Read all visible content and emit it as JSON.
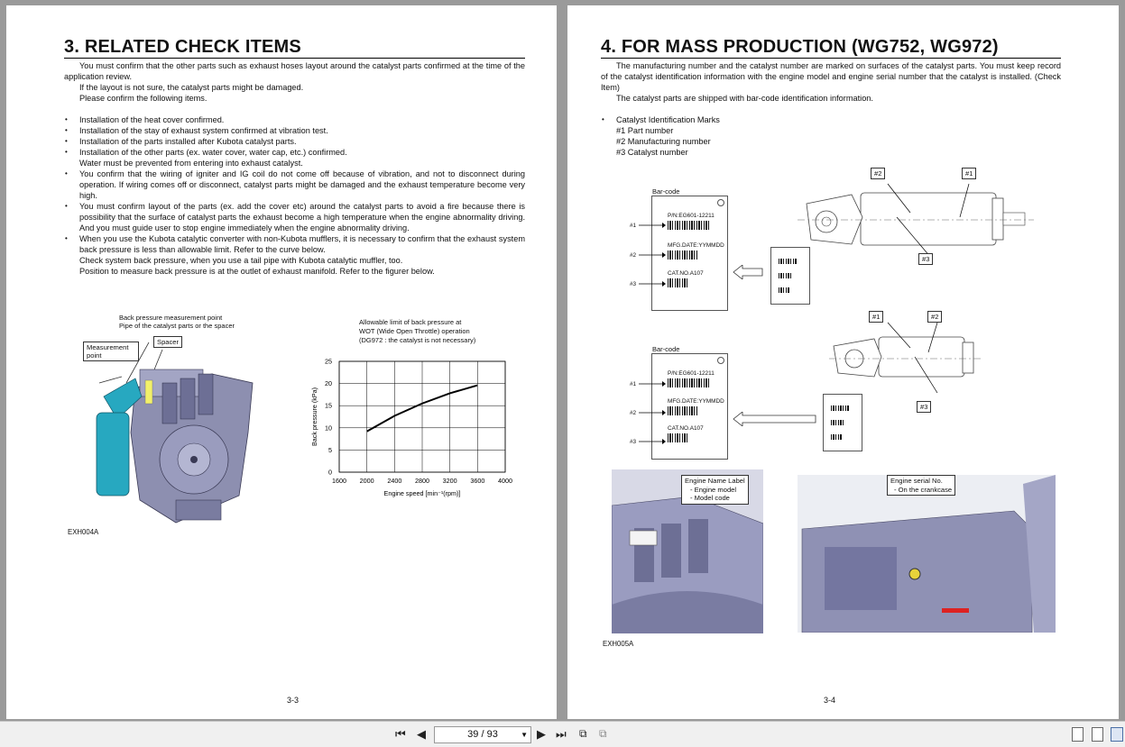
{
  "left_page": {
    "title": "3.  RELATED CHECK ITEMS",
    "intro_1": "You must confirm that the other parts such as exhaust hoses layout around the catalyst parts confirmed at the time of the application review.",
    "intro_2": "If the layout is not sure, the catalyst parts might be damaged.",
    "intro_3": "Please confirm the following items.",
    "bullets": [
      "Installation of the heat cover confirmed.",
      "Installation of the stay of exhaust system confirmed at vibration test.",
      "Installation of the parts installed after Kubota catalyst parts.",
      "Installation of the other parts (ex. water cover, water cap, etc.) confirmed.",
      "You confirm that the wiring of igniter and IG coil do not come off because of vibration, and not to disconnect during operation. If wiring comes off or disconnect, catalyst parts might be damaged and the exhaust temperature become very high.",
      "You must confirm layout of the parts (ex. add the cover etc) around the catalyst parts to avoid a fire because there is possibility that the surface of catalyst parts the exhaust become a high temperature when the engine abnormality driving. And you must guide user to stop engine immediately when the engine abnormality driving.",
      "When you use the Kubota catalytic converter with non-Kubota mufflers, it is necessary to confirm that the exhaust system back pressure is less than allowable limit. Refer to the curve below."
    ],
    "bullet4_extra": "Water must be prevented from entering into exhaust catalyst.",
    "bullet7_extra_1": "Check system back pressure, when you use a tail pipe with Kubota catalytic muffler, too.",
    "bullet7_extra_2": "Position to measure back pressure is at the outlet of exhaust manifold. Refer to the figurer below.",
    "fig_caption_1": "Back pressure measurement point",
    "fig_caption_2": "Pipe of the catalyst parts or the spacer",
    "label_measurement": "Measurement point",
    "label_spacer": "Spacer",
    "figure_code": "EXH004A",
    "page_number": "3-3"
  },
  "chart_data": {
    "type": "line",
    "title": "Allowable limit of back pressure at WOT (Wide Open Throttle) operation (DG972 : the catalyst is not necessary)",
    "title_lines": [
      "Allowable limit of back pressure at",
      "WOT (Wide Open Throttle) operation",
      "(DG972 : the catalyst is not necessary)"
    ],
    "xlabel": "Engine speed [min⁻¹(rpm)]",
    "ylabel": "Back pressure (kPa)",
    "xlim": [
      1600,
      4000
    ],
    "ylim": [
      0,
      25
    ],
    "x_ticks": [
      "1600",
      "2000",
      "2400",
      "2800",
      "3200",
      "3600",
      "4000"
    ],
    "y_ticks": [
      "0",
      "5",
      "10",
      "15",
      "20",
      "25"
    ],
    "grid": true,
    "series": [
      {
        "x": [
          2000,
          2400,
          2800,
          3200,
          3600
        ],
        "y": [
          9.2,
          12.7,
          15.5,
          17.8,
          19.6
        ]
      }
    ]
  },
  "right_page": {
    "title": "4.  FOR MASS PRODUCTION (WG752, WG972)",
    "intro_1": "The manufacturing number and the catalyst number are marked on surfaces of the catalyst parts. You must keep record of the catalyst identification information with the engine model and engine serial number that the catalyst is installed. (Check Item)",
    "intro_2": "The catalyst parts are shipped with bar-code identification information.",
    "bullet_head": "Catalyst Identification Marks",
    "marks": [
      "#1 Part number",
      "#2 Manufacturing number",
      "#3 Catalyst number"
    ],
    "barcode_title": "Bar-code",
    "barcode_lines": [
      "P/N:EG601-12211",
      "MFG.DATE:YYMMDD",
      "CAT.NO.A107"
    ],
    "tag_1": "#1",
    "tag_2": "#2",
    "tag_3": "#3",
    "engine_name_label": [
      "Engine Name Label",
      "- Engine model",
      "- Model code"
    ],
    "engine_serial_label": [
      "Engine serial No.",
      "- On the crankcase"
    ],
    "figure_code": "EXH005A",
    "page_number": "3-4"
  },
  "toolbar": {
    "page_indicator": "39 / 93"
  }
}
